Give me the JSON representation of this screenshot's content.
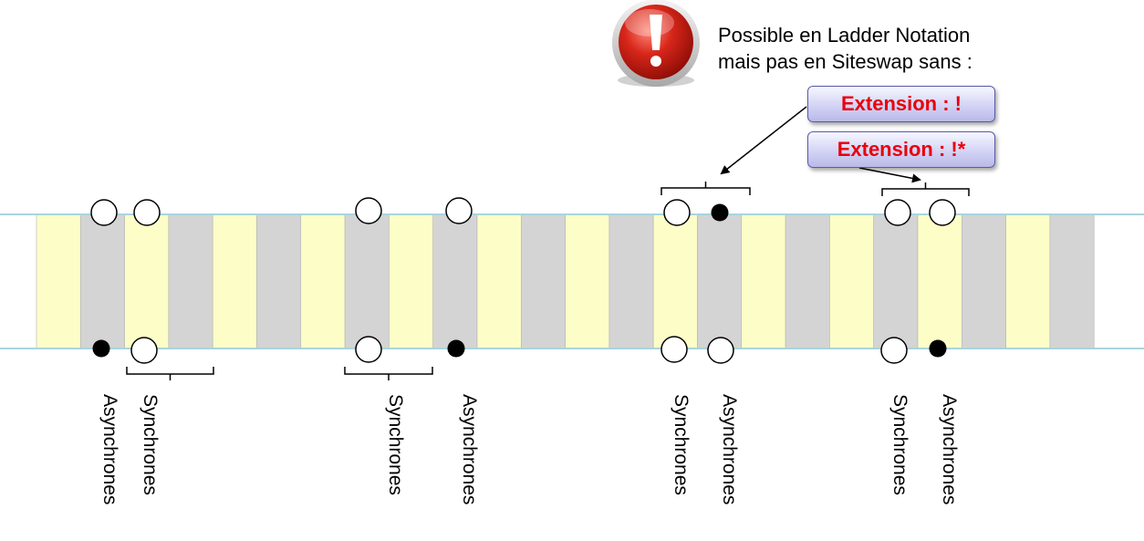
{
  "note": {
    "line1": "Possible en Ladder Notation",
    "line2": "mais pas en Siteswap sans :"
  },
  "extensions": [
    "Extension : !",
    "Extension : !*"
  ],
  "labels": {
    "synchrones": "Synchrones",
    "asynchrones": "Asynchrones"
  },
  "colors": {
    "beat_yellow": "#fdfdc8",
    "beat_gray": "#d4d4d4",
    "rail": "#a9d4de",
    "warning_red": "#d0231a"
  },
  "icon": "warning-exclamation-icon"
}
